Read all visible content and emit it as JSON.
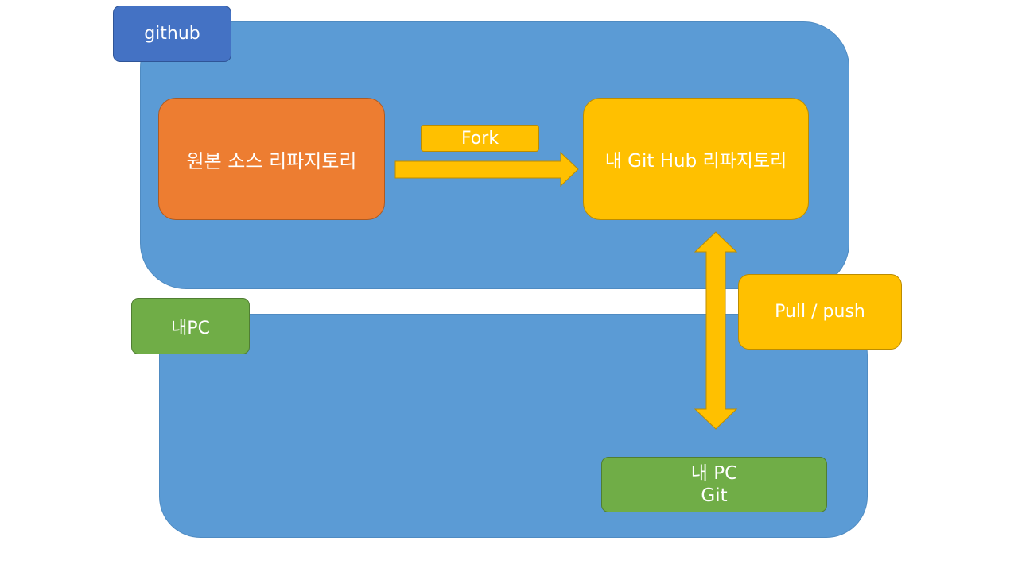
{
  "diagram": {
    "github_label": "github",
    "pc_label": "내PC",
    "origin_repo": "원본 소스 리파지토리",
    "my_repo": "내 Git Hub 리파지토리",
    "fork_label": "Fork",
    "pull_push_label": "Pull / push",
    "pc_git_line1": "내 PC",
    "pc_git_line2": "Git"
  },
  "colors": {
    "zone": "#5b9bd5",
    "github_tag": "#4472c4",
    "origin": "#ed7d31",
    "accent": "#ffc000",
    "pc": "#70ad47"
  }
}
